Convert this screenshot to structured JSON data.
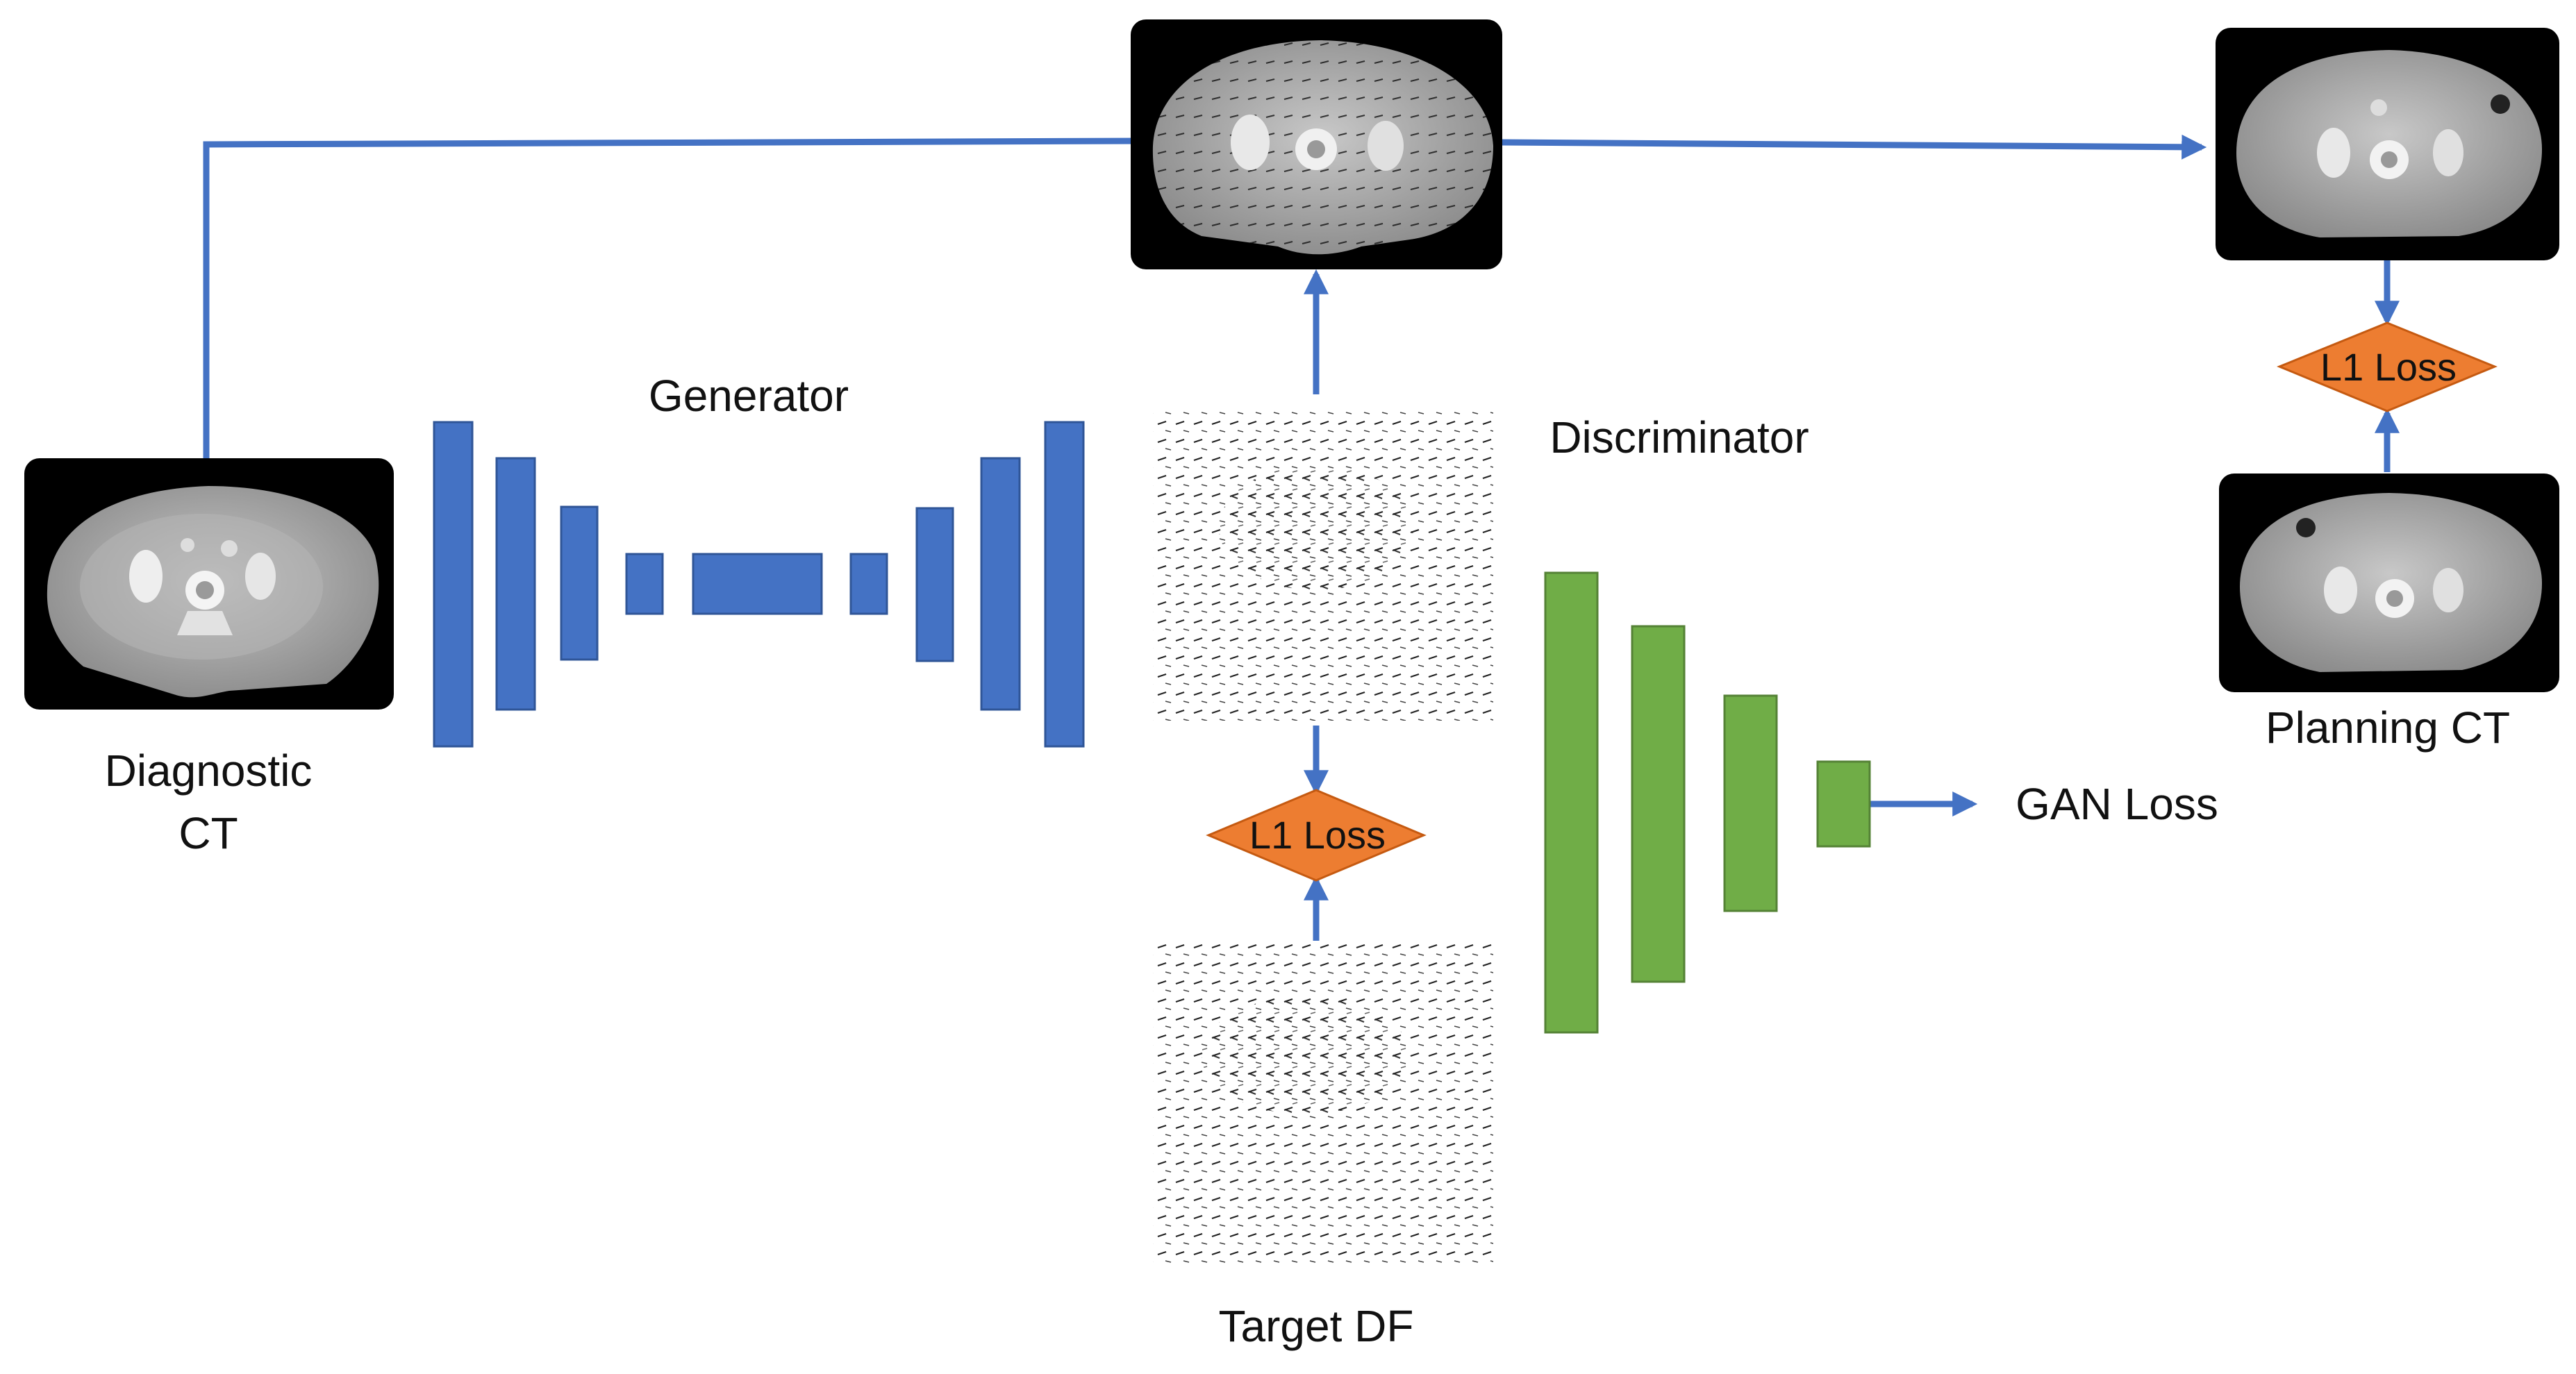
{
  "labels": {
    "diagnostic_line1": "Diagnostic",
    "diagnostic_line2": "CT",
    "generator": "Generator",
    "discriminator": "Discriminator",
    "gan_loss": "GAN Loss",
    "target_df": "Target DF",
    "planning_ct": "Planning CT",
    "l1_loss_center": "L1 Loss",
    "l1_loss_right": "L1 Loss"
  },
  "colors": {
    "arrow": "#4472C4",
    "generator_block": "#4472C4",
    "discriminator_block": "#70AD47",
    "loss_diamond": "#ED7D31",
    "scan_background": "#000000",
    "tissue": "#a0a0a0"
  }
}
